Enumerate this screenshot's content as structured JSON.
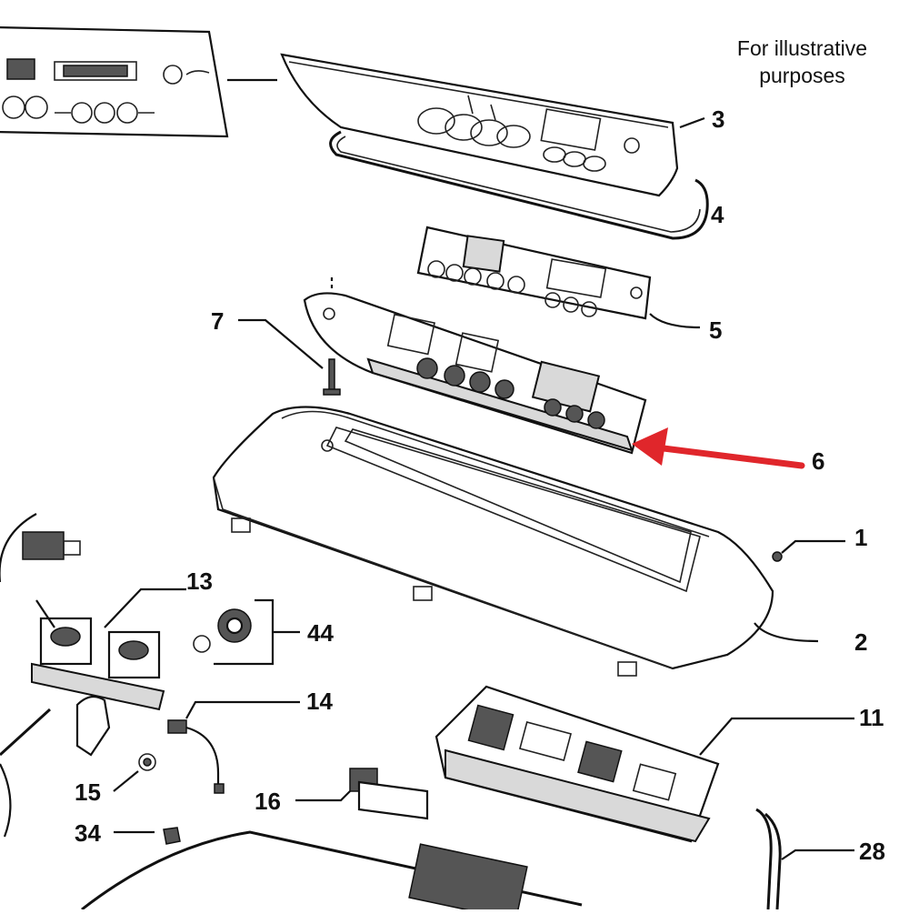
{
  "note": {
    "line1": "For illustrative",
    "line2": "purposes"
  },
  "callouts": [
    {
      "id": "1",
      "label": "1"
    },
    {
      "id": "2",
      "label": "2"
    },
    {
      "id": "3",
      "label": "3"
    },
    {
      "id": "4",
      "label": "4"
    },
    {
      "id": "5",
      "label": "5"
    },
    {
      "id": "6",
      "label": "6"
    },
    {
      "id": "7",
      "label": "7"
    },
    {
      "id": "11",
      "label": "11"
    },
    {
      "id": "13",
      "label": "13"
    },
    {
      "id": "14",
      "label": "14"
    },
    {
      "id": "15",
      "label": "15"
    },
    {
      "id": "16",
      "label": "16"
    },
    {
      "id": "28",
      "label": "28"
    },
    {
      "id": "34",
      "label": "34"
    },
    {
      "id": "44",
      "label": "44"
    }
  ],
  "highlight": {
    "target_part": "6",
    "arrow_color": "#e0262b"
  },
  "colors": {
    "line": "#111111",
    "shade": "#d9d9d9",
    "background": "#ffffff"
  }
}
